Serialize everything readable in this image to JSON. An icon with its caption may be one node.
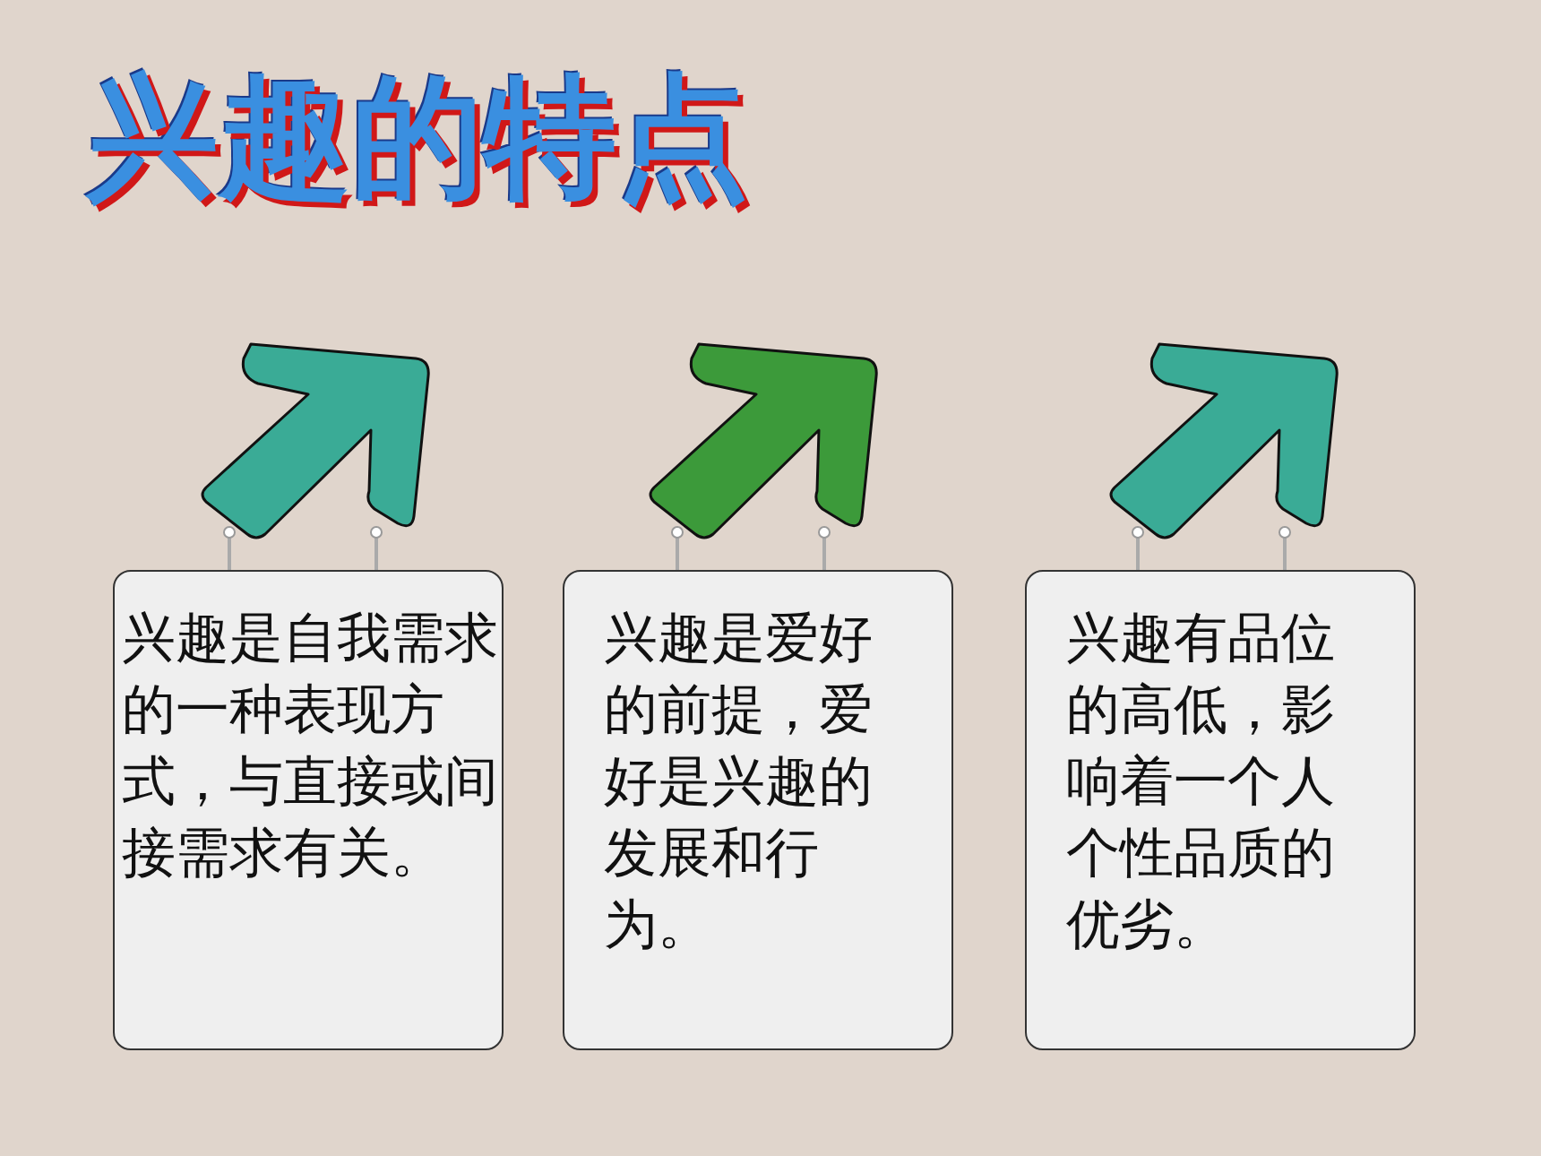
{
  "diagram": {
    "title": "兴趣的特点",
    "nodes": [
      {
        "text": [
          "兴趣是自我需求的一种表现方式，与直接或间接需求有关。"
        ]
      },
      {
        "text": [
          "兴趣是爱好的前提，爱好是兴趣的发展和行为。"
        ]
      },
      {
        "text": [
          "兴趣有品位的高低，影响着一个人个性品质的优劣。"
        ]
      }
    ]
  }
}
